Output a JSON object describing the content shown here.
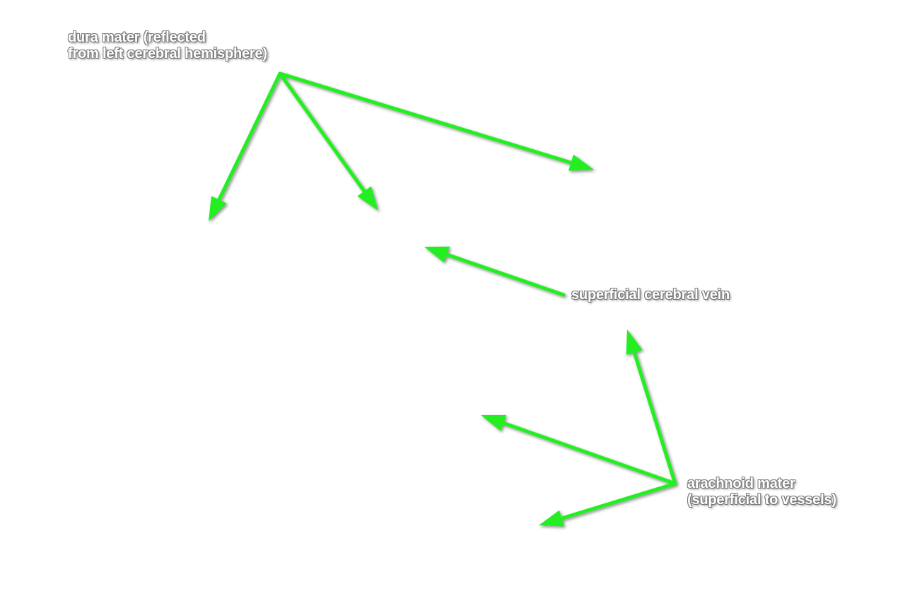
{
  "labels": {
    "dura_mater": {
      "line1": "dura mater (reflected",
      "line2": "from left cerebral hemisphere)"
    },
    "superficial_cerebral_vein": {
      "line1": "superficial cerebral vein"
    },
    "arachnoid_mater": {
      "line1": "arachnoid mater",
      "line2": "(superficial to vessels)"
    }
  },
  "colors": {
    "arrow": "#22ee22",
    "label_text": "#ffffff",
    "label_outline": "#7a7a7a",
    "background": "#ffffff"
  }
}
